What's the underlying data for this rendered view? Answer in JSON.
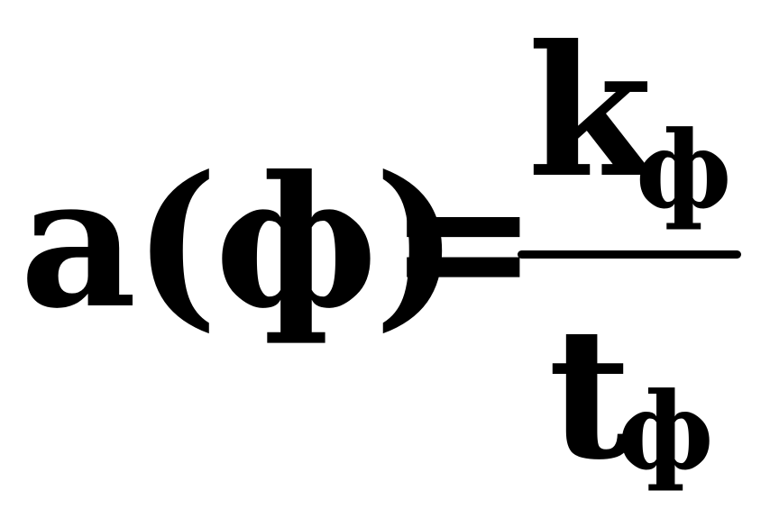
{
  "formula": {
    "lhs": "a(ф)",
    "equals": "=",
    "numerator": {
      "main": "k",
      "subscript": "ф"
    },
    "denominator": {
      "main": "t",
      "subscript": "ф"
    }
  }
}
